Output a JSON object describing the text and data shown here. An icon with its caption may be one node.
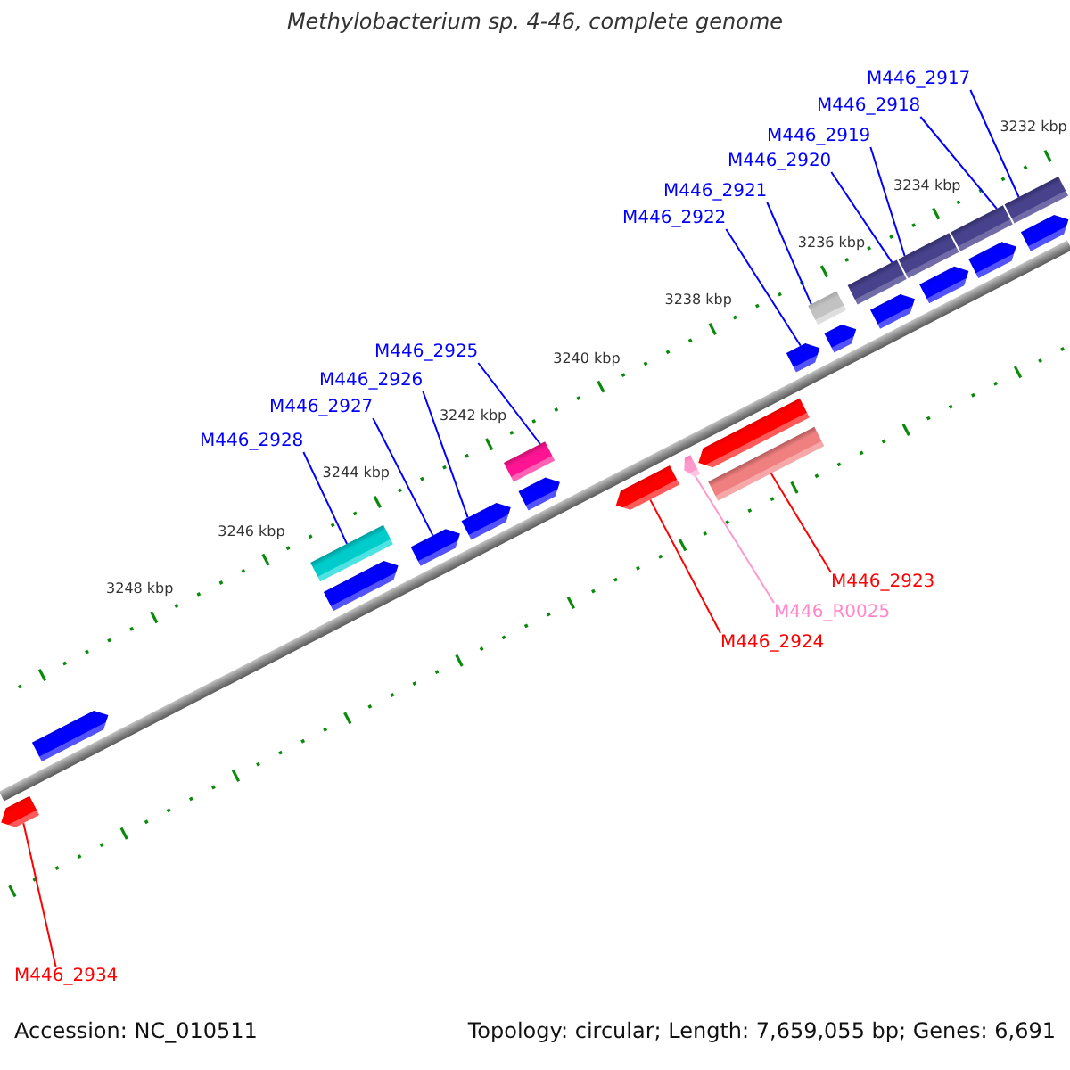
{
  "diagram": {
    "title": "Methylobacterium sp. 4-46, complete genome",
    "nodes": [
      {
        "text": [
          "M446_2917"
        ]
      },
      {
        "text": [
          "M446_2918"
        ]
      },
      {
        "text": [
          "M446_2919"
        ]
      },
      {
        "text": [
          "M446_2920"
        ]
      },
      {
        "text": [
          "M446_2921"
        ]
      },
      {
        "text": [
          "M446_2922"
        ]
      },
      {
        "text": [
          "M446_2925"
        ]
      },
      {
        "text": [
          "M446_2926"
        ]
      },
      {
        "text": [
          "M446_2927"
        ]
      },
      {
        "text": [
          "M446_2928"
        ]
      },
      {
        "text": [
          "M446_2923"
        ]
      },
      {
        "text": [
          "M446_R0025"
        ]
      },
      {
        "text": [
          "M446_2924"
        ]
      },
      {
        "text": [
          "M446_2934"
        ]
      },
      {
        "text": [],
        "shape": "bar"
      },
      {
        "text": [],
        "shape": "bar"
      },
      {
        "text": [],
        "shape": "bar"
      },
      {
        "text": [],
        "shape": "bar"
      },
      {
        "text": [],
        "shape": "bar"
      },
      {
        "text": [],
        "shape": "pentagon"
      },
      {
        "text": [],
        "shape": "bar"
      },
      {
        "text": [],
        "shape": "pentagon"
      },
      {
        "text": [],
        "shape": "pentagon"
      },
      {
        "text": [],
        "shape": "bar"
      },
      {
        "text": [],
        "shape": "bar"
      },
      {
        "text": [],
        "shape": "pentagon"
      },
      {
        "text": [],
        "shape": "pentagon"
      },
      {
        "text": [],
        "shape": "pentagon"
      },
      {
        "text": [],
        "shape": "pentagon"
      },
      {
        "text": [],
        "shape": "pentagon"
      },
      {
        "text": [],
        "shape": "pentagon"
      },
      {
        "text": [],
        "shape": "pentagon"
      },
      {
        "text": [],
        "shape": "pentagon"
      },
      {
        "text": [],
        "shape": "pentagon"
      },
      {
        "text": [],
        "shape": "pentagon"
      },
      {
        "text": [],
        "shape": "pentagon"
      },
      {
        "text": [],
        "shape": "pentagon"
      }
    ],
    "edges": [
      {
        "from": 0,
        "to": 14,
        "arrow": "none"
      },
      {
        "from": 1,
        "to": 15,
        "arrow": "none"
      },
      {
        "from": 2,
        "to": 16,
        "arrow": "none"
      },
      {
        "from": 3,
        "to": 17,
        "arrow": "none"
      },
      {
        "from": 4,
        "to": 18,
        "arrow": "none"
      },
      {
        "from": 5,
        "to": 19,
        "arrow": "none"
      },
      {
        "from": 6,
        "to": 20,
        "arrow": "none"
      },
      {
        "from": 7,
        "to": 21,
        "arrow": "none"
      },
      {
        "from": 8,
        "to": 22,
        "arrow": "none"
      },
      {
        "from": 9,
        "to": 23,
        "arrow": "none"
      },
      {
        "from": 10,
        "to": 24,
        "arrow": "none",
        "color": "#ff0000"
      },
      {
        "from": 11,
        "to": 25,
        "arrow": "none",
        "color": "#ff99cc"
      },
      {
        "from": 12,
        "to": 26,
        "arrow": "none",
        "color": "#ff0000"
      },
      {
        "from": 13,
        "to": 27,
        "arrow": "none",
        "color": "#ff0000"
      }
    ],
    "labels": [
      "3232 kbp",
      "3234 kbp",
      "3236 kbp",
      "3238 kbp",
      "3240 kbp",
      "3242 kbp",
      "3244 kbp",
      "3246 kbp",
      "3248 kbp",
      "Accession: NC_010511",
      "Topology: circular; Length: 7,659,055 bp; Genes: 6,691"
    ]
  }
}
